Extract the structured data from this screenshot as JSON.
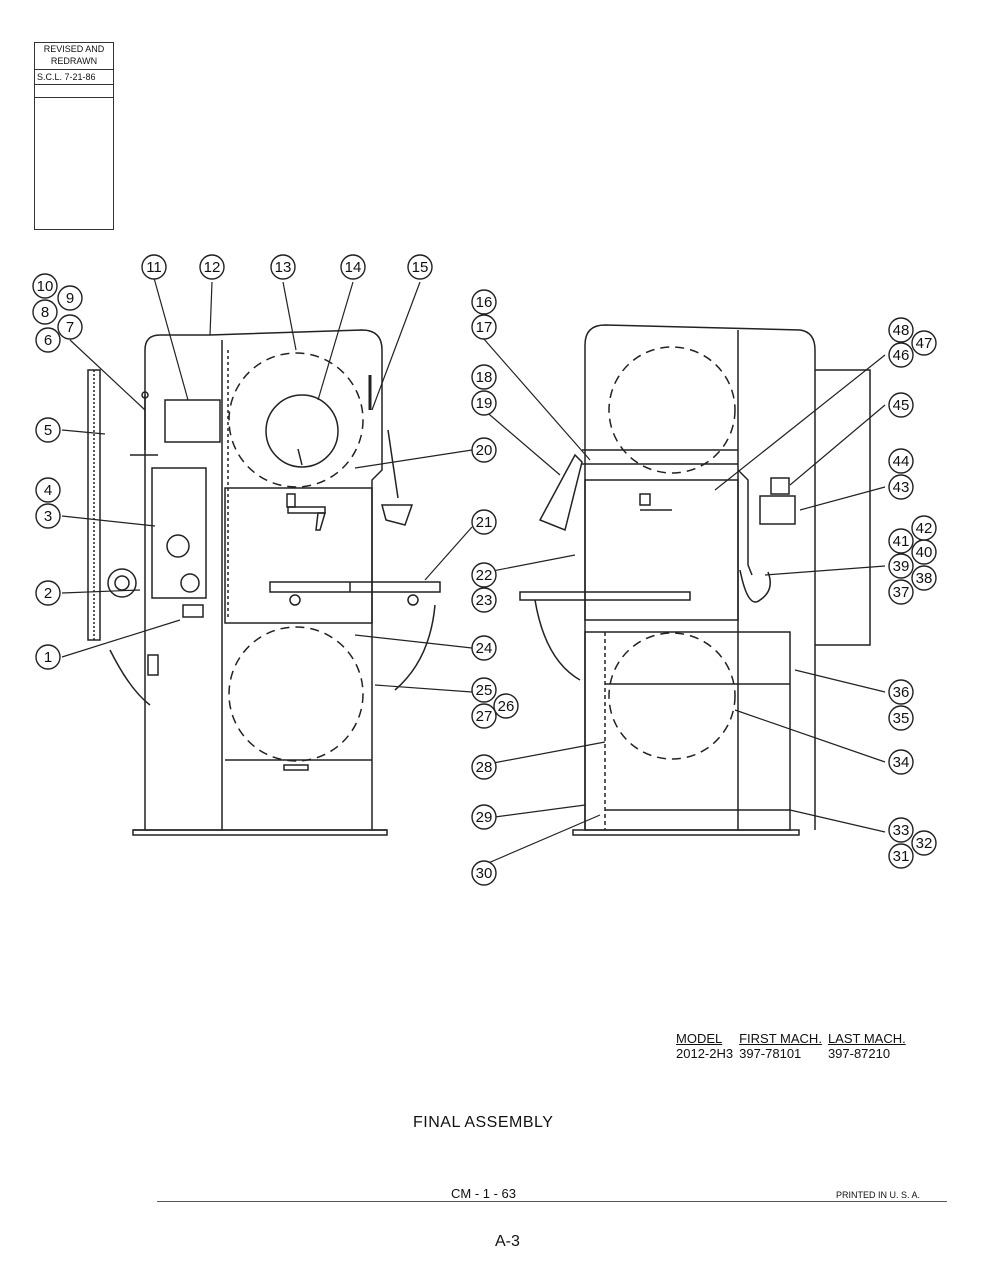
{
  "revision": {
    "line1": "REVISED   AND",
    "line2": "REDRAWN",
    "line3": "S.C.L. 7-21-86"
  },
  "callouts": [
    "1",
    "2",
    "3",
    "4",
    "5",
    "6",
    "7",
    "8",
    "9",
    "10",
    "11",
    "12",
    "13",
    "14",
    "15",
    "16",
    "17",
    "18",
    "19",
    "20",
    "21",
    "22",
    "23",
    "24",
    "25",
    "26",
    "27",
    "28",
    "29",
    "30",
    "31",
    "32",
    "33",
    "34",
    "35",
    "36",
    "37",
    "38",
    "39",
    "40",
    "41",
    "42",
    "43",
    "44",
    "45",
    "46",
    "47",
    "48"
  ],
  "model_table": {
    "headers": [
      "MODEL",
      "FIRST MACH.",
      "LAST MACH."
    ],
    "row": [
      "2012-2H3",
      "397-78101",
      "397-87210"
    ]
  },
  "title": "FINAL  ASSEMBLY",
  "drawing_number": "CM - 1 - 63",
  "printed": "PRINTED  IN  U. S. A.",
  "page_number": "A-3"
}
